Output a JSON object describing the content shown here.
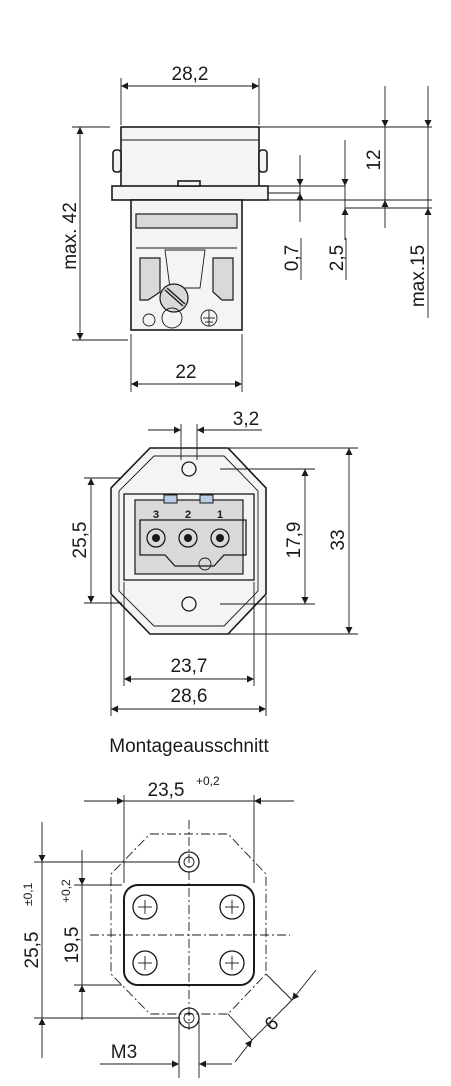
{
  "side_view": {
    "width_top": "28,2",
    "height_max": "max. 42",
    "width_bottom": "22",
    "dim_12": "12",
    "dim_0_7": "0,7",
    "dim_2_5": "2,5",
    "dim_max15": "max.15"
  },
  "front_view": {
    "dim_3_2": "3,2",
    "dim_25_5": "25,5",
    "dim_17_9": "17,9",
    "dim_33": "33",
    "dim_23_7": "23,7",
    "dim_28_6": "28,6",
    "pins": [
      "3",
      "2",
      "1"
    ]
  },
  "cutout": {
    "caption": "Montageausschnitt",
    "width": "23,5",
    "width_tol": "+0,2",
    "height_outer": "25,5",
    "height_outer_tol": "±0,1",
    "height_inner": "19,5",
    "height_inner_tol": "+0,2",
    "dim_6": "6",
    "thread": "M3"
  }
}
